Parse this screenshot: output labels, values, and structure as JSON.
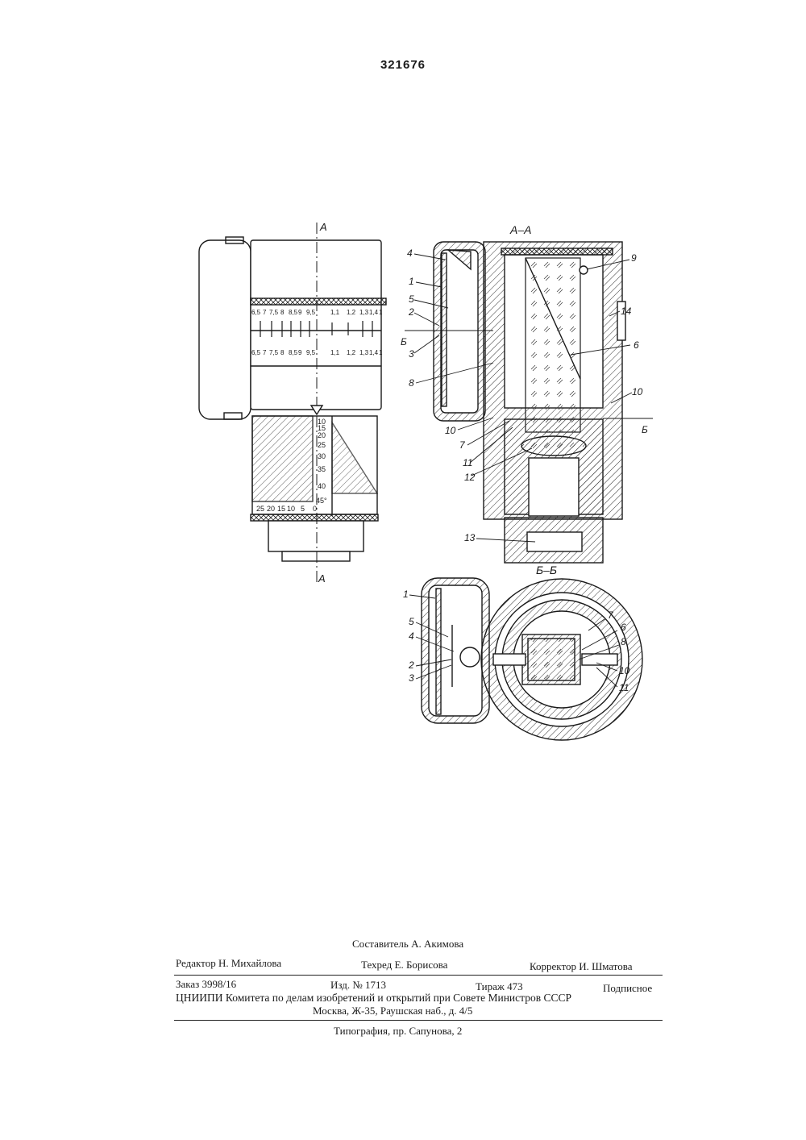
{
  "patent_number": "321676",
  "figure": {
    "section_aa": "А–А",
    "section_bb": "Б–Б",
    "cut_a": "А",
    "cut_b": "Б",
    "labels": [
      "1",
      "2",
      "3",
      "4",
      "5",
      "6",
      "7",
      "8",
      "9",
      "10",
      "11",
      "12",
      "13",
      "14"
    ],
    "scale_upper": [
      "6,5",
      "7",
      "7,5",
      "8",
      "8,5",
      "9",
      "9,5",
      "1,1",
      "1,2",
      "1,3",
      "1,4",
      "1"
    ],
    "scale_lower": [
      "6,5",
      "7",
      "7,5",
      "8",
      "8,5",
      "9",
      "9,5",
      "1,1",
      "1,2",
      "1,3",
      "1,4",
      "1"
    ],
    "angle_scale": [
      "10",
      "15",
      "20",
      "25",
      "30",
      "35",
      "40",
      "45°"
    ],
    "horiz_scale": [
      "25",
      "20",
      "15",
      "10",
      "5",
      "0"
    ]
  },
  "colophon": {
    "compiler": "Составитель А. Акимова",
    "editor": "Редактор Н. Михайлова",
    "techred": "Техред Е. Борисова",
    "corrector": "Корректор И. Шматова",
    "order": "Заказ 3998/16",
    "edition": "Изд. № 1713",
    "circulation": "Тираж 473",
    "subscription": "Подписное",
    "org": "ЦНИИПИ Комитета по делам изобретений и открытий при Совете Министров СССР",
    "address": "Москва, Ж-35, Раушская наб., д. 4/5",
    "printing": "Типография, пр. Сапунова, 2"
  }
}
